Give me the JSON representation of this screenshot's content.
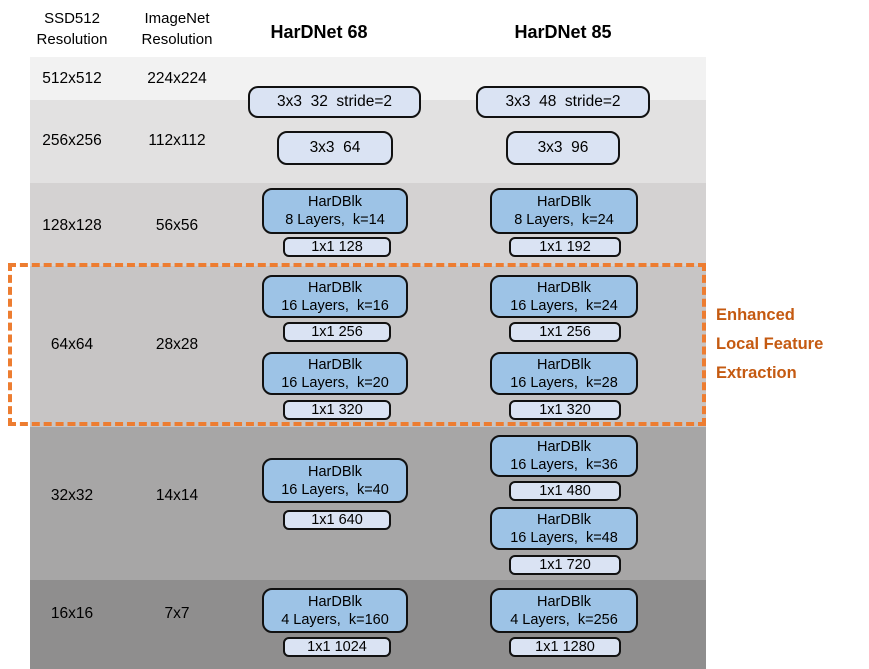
{
  "header": {
    "ssd_column": "SSD512\nResolution",
    "imagenet_column": "ImageNet\nResolution",
    "hardnet68_title": "HarDNet 68",
    "hardnet85_title": "HarDNet 85"
  },
  "rows": [
    {
      "ssd": "512x512",
      "imagenet": "224x224"
    },
    {
      "ssd": "256x256",
      "imagenet": "112x112"
    },
    {
      "ssd": "128x128",
      "imagenet": "56x56"
    },
    {
      "ssd": "64x64",
      "imagenet": "28x28"
    },
    {
      "ssd": "32x32",
      "imagenet": "14x14"
    },
    {
      "ssd": "16x16",
      "imagenet": "7x7"
    }
  ],
  "hardnet68": {
    "stem1": "3x3  32  stride=2",
    "stem2": "3x3  64",
    "blocks": [
      {
        "name": "HarDBlk",
        "detail": "8 Layers,  k=14",
        "transition": "1x1 128"
      },
      {
        "name": "HarDBlk",
        "detail": "16 Layers,  k=16",
        "transition": "1x1 256"
      },
      {
        "name": "HarDBlk",
        "detail": "16 Layers,  k=20",
        "transition": "1x1 320"
      },
      {
        "name": "HarDBlk",
        "detail": "16 Layers,  k=40",
        "transition": "1x1 640"
      },
      {
        "name": "HarDBlk",
        "detail": "4 Layers,  k=160",
        "transition": "1x1 1024"
      }
    ]
  },
  "hardnet85": {
    "stem1": "3x3  48  stride=2",
    "stem2": "3x3  96",
    "blocks": [
      {
        "name": "HarDBlk",
        "detail": "8 Layers,  k=24",
        "transition": "1x1 192"
      },
      {
        "name": "HarDBlk",
        "detail": "16 Layers,  k=24",
        "transition": "1x1 256"
      },
      {
        "name": "HarDBlk",
        "detail": "16 Layers,  k=28",
        "transition": "1x1 320"
      },
      {
        "name": "HarDBlk",
        "detail": "16 Layers,  k=36",
        "transition": "1x1 480"
      },
      {
        "name": "HarDBlk",
        "detail": "16 Layers,  k=48",
        "transition": "1x1 720"
      },
      {
        "name": "HarDBlk",
        "detail": "4 Layers,  k=256",
        "transition": "1x1 1280"
      }
    ]
  },
  "annotation": {
    "lines": [
      "Enhanced",
      "Local Feature",
      "Extraction"
    ]
  },
  "colors": {
    "hardblk_fill": "#9DC3E6",
    "transition_fill": "#DAE3F3",
    "dash_orange": "#ED7D31",
    "annotation_orange": "#C55A11",
    "band_shades": [
      "#F2F2F2",
      "#E2E1E1",
      "#D4D2D2",
      "#C7C5C5",
      "#A7A6A6",
      "#8F8E8E"
    ]
  }
}
